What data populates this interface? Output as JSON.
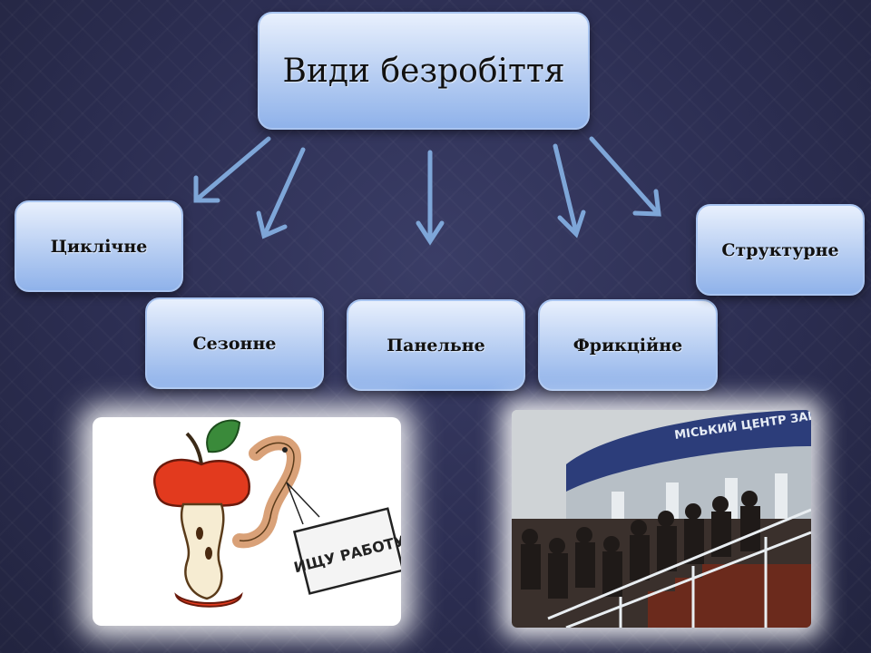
{
  "slide": {
    "title": "Види безробіття",
    "categories": [
      {
        "label": "Циклічне"
      },
      {
        "label": "Сезонне"
      },
      {
        "label": "Панельне"
      },
      {
        "label": "Фрикційне"
      },
      {
        "label": "Структурне"
      }
    ]
  },
  "images": {
    "apple_sign": "ИЩУ РАБОТУ",
    "queue_sign": "МІСЬКИЙ ЦЕНТР ЗАЙНЯТОСТІ"
  },
  "colors": {
    "arrow": "#7ea6d8",
    "box_top": "#e8f0fd",
    "box_bottom": "#8fb2ea",
    "background": "#2c2e52"
  }
}
